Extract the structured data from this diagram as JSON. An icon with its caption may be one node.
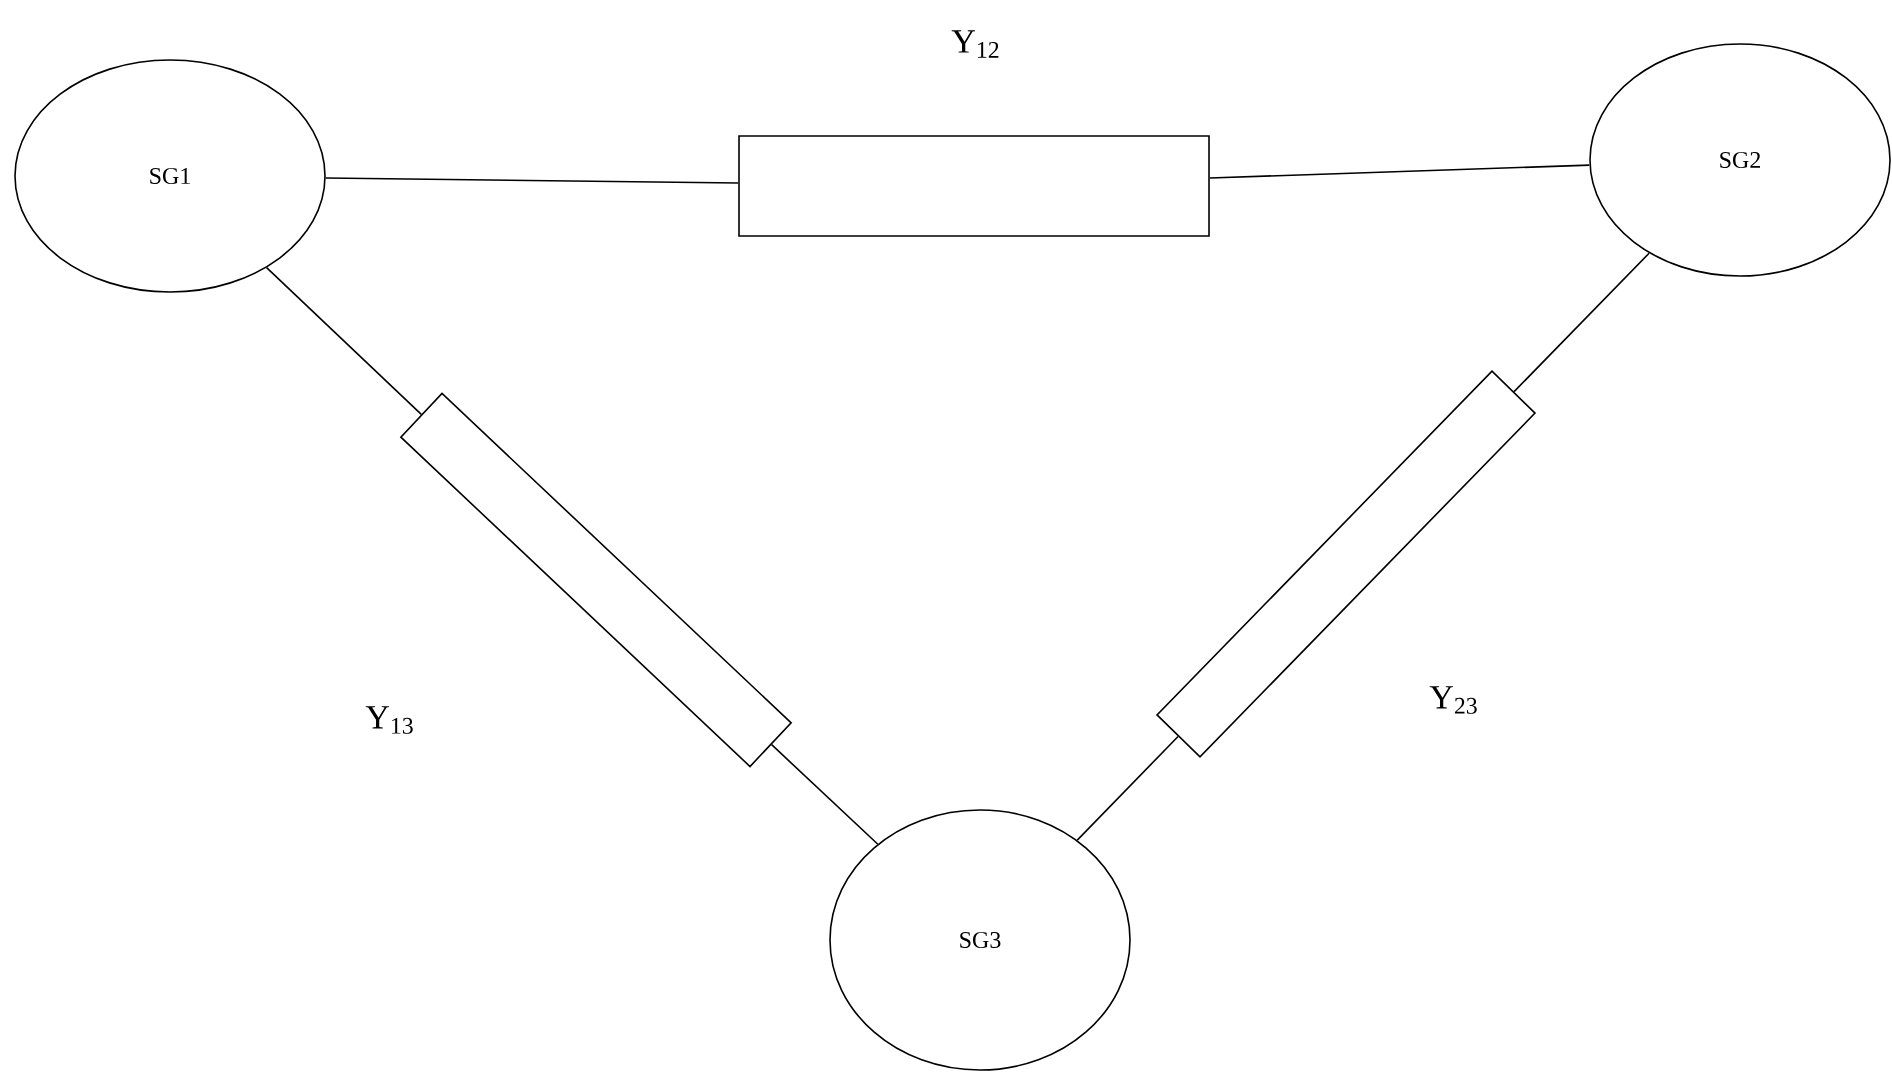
{
  "diagram": {
    "nodes": [
      {
        "text": [
          "SG1"
        ]
      },
      {
        "text": [
          "SG2"
        ]
      },
      {
        "text": [
          "SG3"
        ]
      },
      {
        "text": [],
        "shape": "box",
        "beside": [
          "Y$_{12}$"
        ]
      },
      {
        "text": [],
        "shape": "box",
        "beside": [
          "Y$_{13}$"
        ]
      },
      {
        "text": [],
        "shape": "box",
        "beside": [
          "Y$_{23}$"
        ]
      }
    ],
    "edges": [
      {
        "from": 0,
        "to": 3,
        "arrow": "none"
      },
      {
        "from": 3,
        "to": 1,
        "arrow": "none"
      },
      {
        "from": 0,
        "to": 4,
        "arrow": "none"
      },
      {
        "from": 4,
        "to": 2,
        "arrow": "none"
      },
      {
        "from": 1,
        "to": 5,
        "arrow": "none"
      },
      {
        "from": 5,
        "to": 2,
        "arrow": "none"
      }
    ]
  }
}
